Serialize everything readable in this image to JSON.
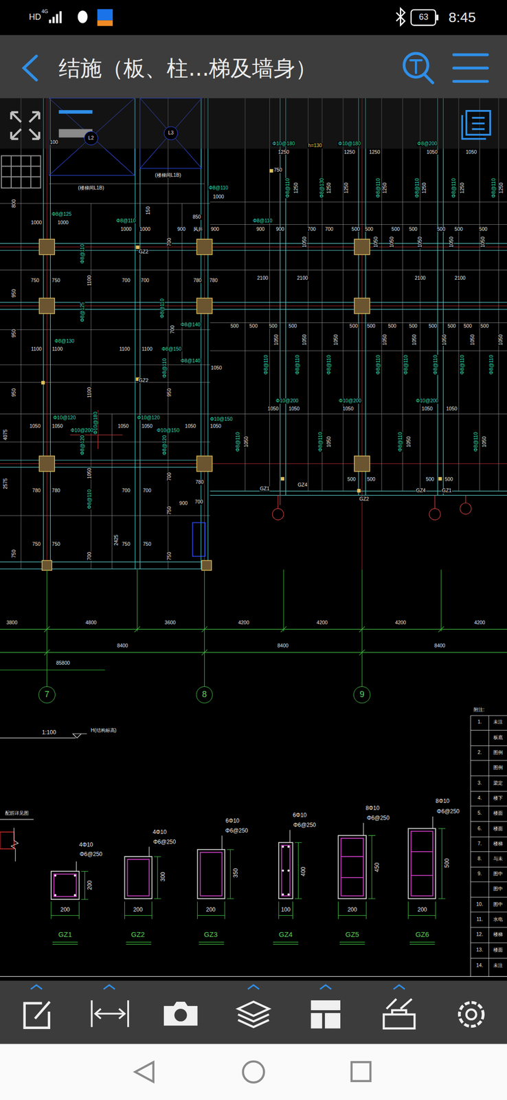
{
  "diagram": {
    "title": "结施（板、柱...梯及墙身）",
    "nodes": [
      {
        "text": [
          "L2"
        ]
      },
      {
        "text": [
          "L3"
        ]
      },
      {
        "text": [
          "7"
        ]
      },
      {
        "text": [
          "8"
        ]
      },
      {
        "text": [
          "9"
        ]
      }
    ],
    "labels": [
      "HD",
      "4G",
      "63",
      "8:45",
      "100",
      "750",
      "h=130",
      "Φ10@180",
      "1250",
      "Φ10@180",
      "1250",
      "1250",
      "Φ8@200",
      "1050",
      "1050",
      "(楼梯间L1B)",
      "(楼梯间L1B)",
      "Φ8@110",
      "1000",
      "Φ8@125",
      "1000",
      "1000",
      "Φ8@110",
      "1000",
      "1000",
      "150",
      "850",
      "900",
      "风井",
      "900",
      "Φ8@110",
      "900",
      "900",
      "700",
      "700",
      "500",
      "500",
      "500",
      "500",
      "500",
      "500",
      "500",
      "GZ2",
      "750",
      "750",
      "700",
      "700",
      "780",
      "780",
      "2100",
      "2100",
      "2100",
      "2100",
      "500",
      "500",
      "500",
      "500",
      "500",
      "500",
      "500",
      "500",
      "500",
      "500",
      "500",
      "500",
      "Φ8@140",
      "Φ8@130",
      "Φ8@150",
      "1100",
      "1100",
      "1100",
      "1100",
      "Φ8@140",
      "1050",
      "GZ2",
      "Φ10@200",
      "1050",
      "1050",
      "Φ10@200",
      "1050",
      "Φ10@200",
      "1050",
      "1050",
      "Φ10@120",
      "Φ10@120",
      "Φ10@150",
      "1050",
      "1050",
      "1050",
      "1050",
      "1050",
      "1050",
      "Φ10@200",
      "Φ10@150",
      "4075",
      "2575",
      "2425",
      "500",
      "500",
      "500",
      "500",
      "GZ1",
      "GZ4",
      "GZ2",
      "GZ4",
      "GZ1",
      "780",
      "780",
      "700",
      "700",
      "780",
      "900",
      "700",
      "750",
      "750",
      "750",
      "750",
      "800",
      "950",
      "950",
      "950",
      "750",
      "700",
      "700",
      "950",
      "700",
      "750",
      "750",
      "1100",
      "1100",
      "1050",
      "700",
      "1250",
      "1250",
      "1250",
      "1250",
      "1250",
      "1250",
      "1250",
      "1050",
      "1050",
      "1050",
      "1050",
      "1050",
      "1050",
      "1050",
      "1050",
      "1050",
      "1050",
      "1050",
      "1050",
      "1050",
      "1050",
      "1050",
      "1050",
      "1050",
      "1050",
      "Φ8@110",
      "Φ8@130",
      "Φ8@110",
      "Φ8@110",
      "Φ8@110",
      "Φ8@110",
      "Φ8@110",
      "Φ8@110",
      "Φ8@110",
      "Φ8@110",
      "Φ8@110",
      "Φ8@110",
      "Φ8@110",
      "Φ8@110",
      "Φ8@110",
      "Φ8@110",
      "Φ8@110",
      "Φ8@110",
      "Φ8@110",
      "Φ8@125",
      "Φ8@110",
      "Φ8@110",
      "Φ8@120",
      "Φ8@120",
      "Φ8@110",
      "Φ10@180",
      "3800",
      "4800",
      "3600",
      "4200",
      "4200",
      "4200",
      "4200",
      "8400",
      "8400",
      "8400",
      "85800",
      "1:100",
      "H(结构标高)",
      "配筋详见图",
      "4Φ10",
      "Φ6@250",
      "200",
      "200",
      "GZ1",
      "4Φ10",
      "Φ6@250",
      "300",
      "200",
      "GZ2",
      "6Φ10",
      "Φ6@250",
      "350",
      "200",
      "GZ3",
      "6Φ10",
      "Φ6@250",
      "400",
      "100",
      "GZ4",
      "8Φ10",
      "Φ6@250",
      "450",
      "200",
      "GZ5",
      "8Φ10",
      "Φ6@250",
      "500",
      "200",
      "GZ6",
      "附注:",
      "1.",
      "未注",
      "板底",
      "2.",
      "图例",
      "图例",
      "3.",
      "梁定",
      "4.",
      "楼下",
      "5.",
      "楼面",
      "6.",
      "楼面",
      "7.",
      "楼梯",
      "8.",
      "与未",
      "9.",
      "图中",
      "图中",
      "10.",
      "图中",
      "11.",
      "水电",
      "12.",
      "楼梯",
      "13.",
      "楼面",
      "14.",
      "未注"
    ]
  }
}
